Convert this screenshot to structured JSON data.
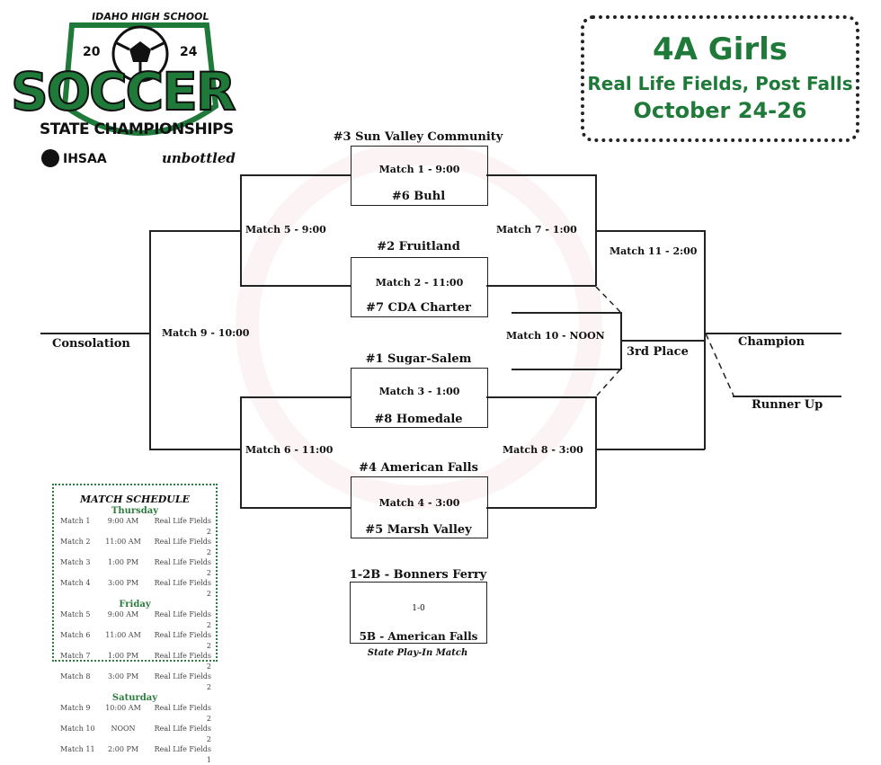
{
  "logo": {
    "top_line": "IDAHO HIGH SCHOOL",
    "year_left": "20",
    "year_right": "24",
    "main": "SOCCER",
    "sub": "STATE CHAMPIONSHIPS",
    "org": "IHSAA",
    "sponsor": "unbottled"
  },
  "title_card": {
    "division": "4A Girls",
    "venue": "Real Life Fields, Post Falls",
    "dates": "October 24-26"
  },
  "bracket": {
    "teams": {
      "t1": "#3 Sun Valley Community",
      "t2": "#6 Buhl",
      "t3": "#2 Fruitland",
      "t4": "#7 CDA Charter",
      "t5": "#1 Sugar-Salem",
      "t6": "#8 Homedale",
      "t7": "#4 American Falls",
      "t8": "#5 Marsh Valley"
    },
    "matches": {
      "m1": "Match 1 - 9:00",
      "m2": "Match 2 - 11:00",
      "m3": "Match 3 - 1:00",
      "m4": "Match 4 - 3:00",
      "m5": "Match 5 - 9:00",
      "m6": "Match 6 - 11:00",
      "m7": "Match 7 - 1:00",
      "m8": "Match 8 - 3:00",
      "m9": "Match 9 - 10:00",
      "m10": "Match 10 - NOON",
      "m11": "Match 11 - 2:00"
    },
    "consolation": "Consolation",
    "third_place": "3rd Place",
    "champion": "Champion",
    "runner_up": "Runner Up"
  },
  "play_in": {
    "top_team": "1-2B - Bonners Ferry",
    "score": "1-0",
    "bottom_team": "5B - American Falls",
    "caption": "State Play-In Match"
  },
  "schedule": {
    "title": "MATCH SCHEDULE",
    "days": [
      {
        "name": "Thursday",
        "rows": [
          [
            "Match 1",
            "9:00 AM",
            "Real Life Fields 2"
          ],
          [
            "Match 2",
            "11:00 AM",
            "Real Life Fields 2"
          ],
          [
            "Match 3",
            "1:00 PM",
            "Real Life Fields 2"
          ],
          [
            "Match 4",
            "3:00 PM",
            "Real Life Fields 2"
          ]
        ]
      },
      {
        "name": "Friday",
        "rows": [
          [
            "Match 5",
            "9:00 AM",
            "Real Life Fields 2"
          ],
          [
            "Match 6",
            "11:00 AM",
            "Real Life Fields 2"
          ],
          [
            "Match 7",
            "1:00 PM",
            "Real Life Fields 2"
          ],
          [
            "Match 8",
            "3:00 PM",
            "Real Life Fields 2"
          ]
        ]
      },
      {
        "name": "Saturday",
        "rows": [
          [
            "Match 9",
            "10:00 AM",
            "Real Life Fields 2"
          ],
          [
            "Match 10",
            "NOON",
            "Real Life Fields 2"
          ],
          [
            "Match 11",
            "2:00 PM",
            "Real Life Fields 1"
          ]
        ]
      }
    ]
  },
  "colors": {
    "brand_green": "#1f7a3a",
    "schedule_green": "#2d7d3e"
  }
}
